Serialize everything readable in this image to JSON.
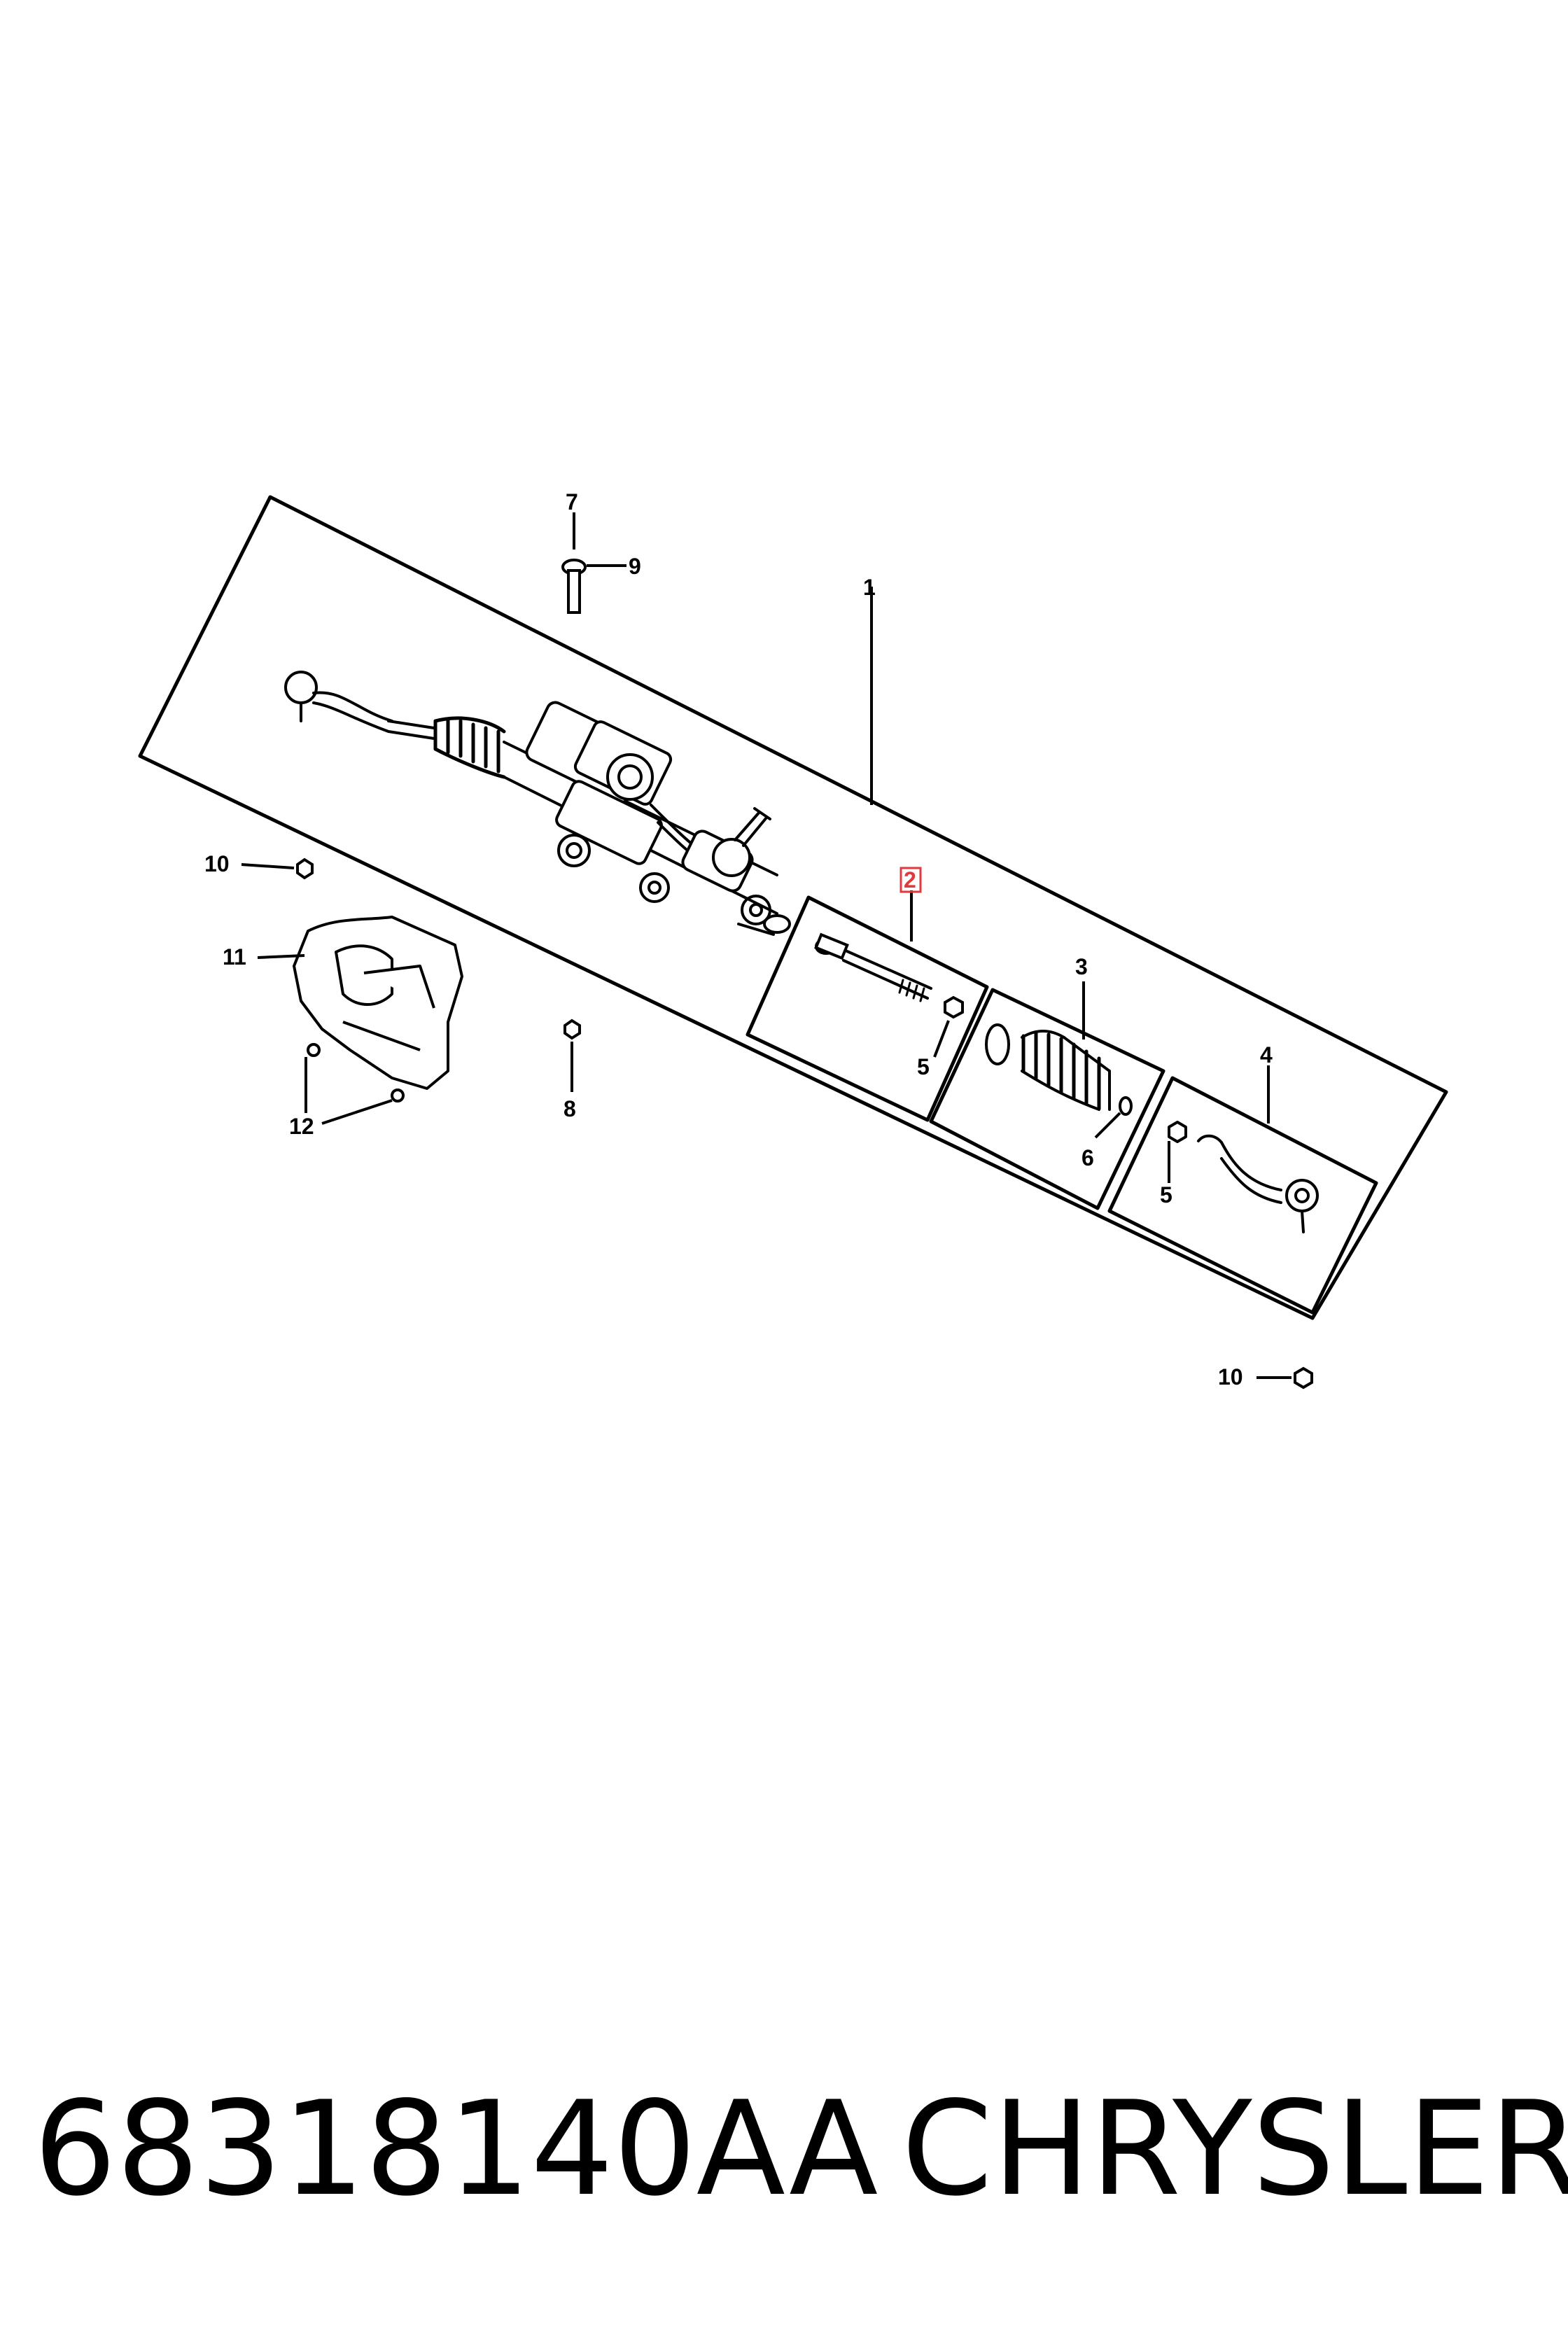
{
  "callouts": {
    "c1": "1",
    "c2": "2",
    "c3": "3",
    "c4": "4",
    "c5a": "5",
    "c5b": "5",
    "c6": "6",
    "c7": "7",
    "c8": "8",
    "c9": "9",
    "c10a": "10",
    "c10b": "10",
    "c11": "11",
    "c12": "12"
  },
  "highlighted_callout": "2",
  "highlight_color": "#e0393e",
  "footer": {
    "part_number": "68318140AA",
    "brand": "CHRYSLER"
  }
}
